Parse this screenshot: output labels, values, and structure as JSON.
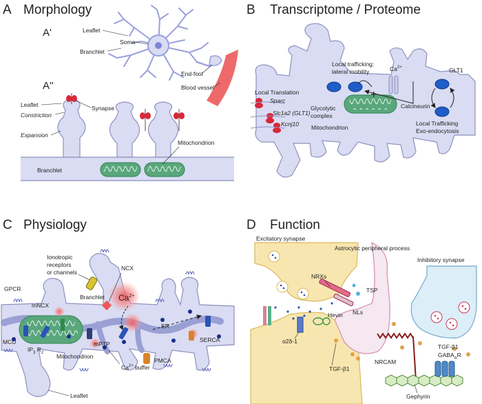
{
  "panels": {
    "a": {
      "letter": "A",
      "title": "Morphology"
    },
    "b": {
      "letter": "B",
      "title": "Transcriptome / Proteome"
    },
    "c": {
      "letter": "C",
      "title": "Physiology"
    },
    "d": {
      "letter": "D",
      "title": "Function"
    }
  },
  "panel_a": {
    "sub1": "A'",
    "sub2": "A''",
    "leaflet": "Leaflet",
    "branchlet": "Branchlet",
    "soma": "Soma",
    "endfoot": "End-foot",
    "blood_vessel": "Blood vessel",
    "leaflet2": "Leaflet",
    "constriction": "Constriction",
    "expansion": "Expansion",
    "synapse": "Synapse",
    "mitochondrion": "Mitochondrion",
    "branchlet2": "Branchlet"
  },
  "panel_b": {
    "local_translation": "Local Translation",
    "sparc": "Sparc",
    "slc1a2": "Slc1a2 (GLT1)",
    "kcnj10": "Kcnj10",
    "local_trafficking_1": "Local trafficking:",
    "local_trafficking_2": "lateral mobility",
    "ca": "Ca",
    "ca_sup": "2+",
    "plus": "+",
    "glycolytic_1": "Glycolytic",
    "glycolytic_2": "complex",
    "calcineurin": "Calcineurin",
    "mitochondrion": "Mitochondrion",
    "glt1": "GLT1",
    "trafficking_1": "Local Trafficking",
    "trafficking_2": "Exo-endocytosis"
  },
  "panel_c": {
    "ionotropic_1": "Ionotropic",
    "ionotropic_2": "receptors",
    "ionotropic_3": "or channels",
    "ncx": "NCX",
    "branchlet": "Branchlet",
    "ca": "Ca",
    "ca_sup": "2+",
    "gpcr": "GPCR",
    "mncx": "mNCX",
    "mptp": "mPTP",
    "er": "ER",
    "serca": "SERCA",
    "mcu": "MCU",
    "ip3r": "IP",
    "ip3r_sub": "3",
    "ip3r_end": " R",
    "ip3r_sub2": "2",
    "mitochondrion": "Mitochondrion",
    "pmca": "PMCA",
    "ca_buffer": "Ca",
    "ca_buffer_sup": "2+",
    "ca_buffer_end": " buffer",
    "leaflet": "Leaflet"
  },
  "panel_d": {
    "excitatory": "Excitatory synapse",
    "astro_process": "Astrocytic peripheral process",
    "inhibitory": "Inhibitory synapse",
    "nrxs": "NRXs",
    "tsp": "TSP",
    "hevin": "Hevin",
    "nls": "NLs",
    "a2d1": "α2δ-1",
    "tgfb1_left": "TGF-β1",
    "nrcam": "NRCAM",
    "tgfb1_right": "TGF-β1",
    "gaba_ar": "GABA",
    "gaba_ar_sub": "A",
    "gaba_ar_end": "R",
    "gephyrin": "Gephyrin"
  },
  "colors": {
    "cell_fill": "#d9dcf2",
    "cell_stroke": "#8d91bf",
    "mito_fill": "#5aa77c",
    "synapse_red": "#d9273a",
    "transporter_blue": "#1f5dc8",
    "presyn_fill": "#f8e6b0",
    "inhib_fill": "#dceef7",
    "vessel": "#ee6a6a"
  }
}
